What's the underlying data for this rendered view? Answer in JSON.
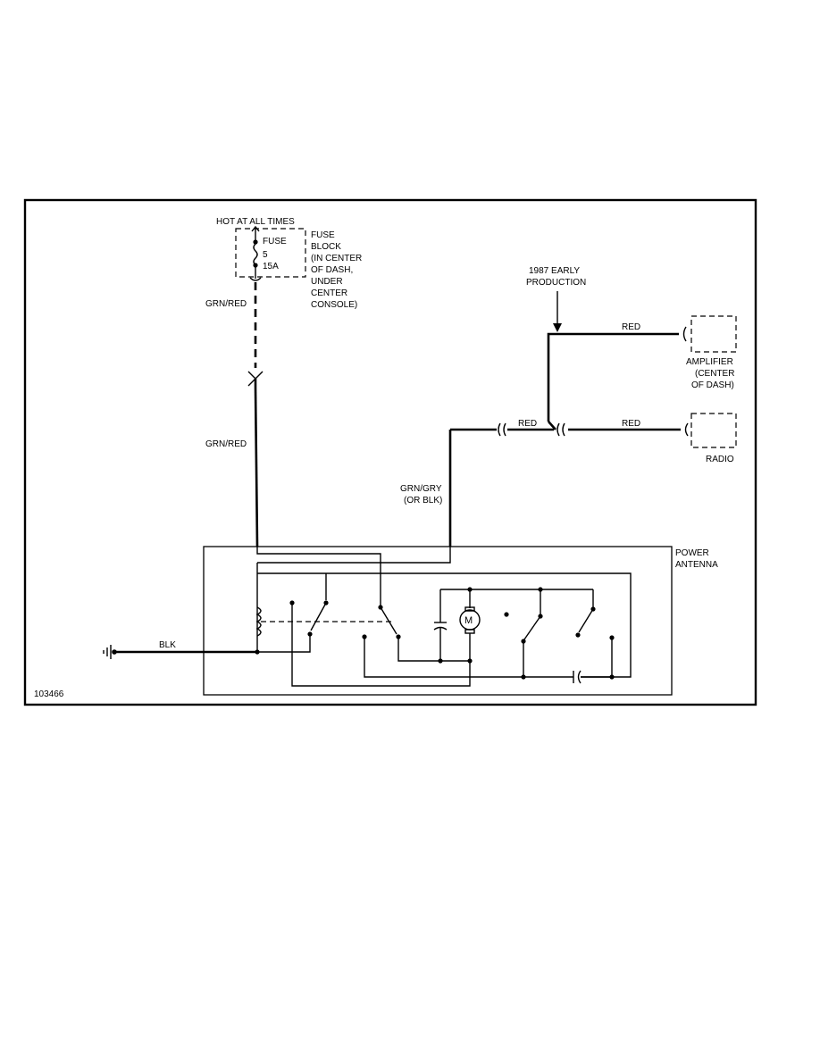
{
  "labels": {
    "hot_at_all_times": "HOT AT ALL TIMES",
    "fuse": "FUSE",
    "fuse_num": "5",
    "fuse_amps": "15A",
    "fuse_block": [
      "FUSE",
      "BLOCK",
      "(IN CENTER",
      "OF DASH,",
      "UNDER",
      "CENTER",
      "CONSOLE)"
    ],
    "wire_grn_red_top": "GRN/RED",
    "wire_grn_red_mid": "GRN/RED",
    "wire_grn_gry": [
      "GRN/GRY",
      "(OR BLK)"
    ],
    "early_production": [
      "1987 EARLY",
      "PRODUCTION"
    ],
    "wire_red_amp": "RED",
    "wire_red_left": "RED",
    "wire_red_radio": "RED",
    "amplifier": [
      "AMPLIFIER",
      "(CENTER",
      "OF DASH)"
    ],
    "radio": "RADIO",
    "power_antenna": [
      "POWER",
      "ANTENNA"
    ],
    "wire_blk": "BLK",
    "motor": "M",
    "figure_id": "103466"
  }
}
